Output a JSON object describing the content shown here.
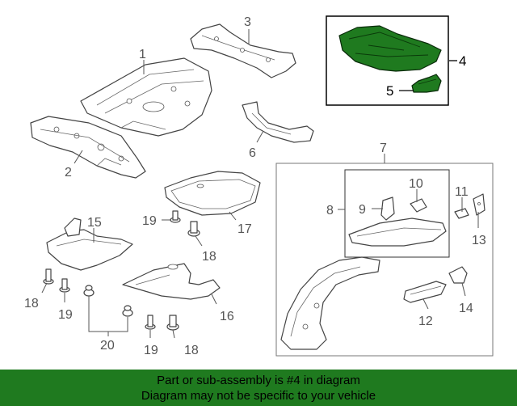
{
  "colors": {
    "banner_bg": "#1f7a1f",
    "highlight_part": "#1f7a1f"
  },
  "callouts": {
    "c1": "1",
    "c2": "2",
    "c3": "3",
    "c4": "4",
    "c5": "5",
    "c6": "6",
    "c7": "7",
    "c8": "8",
    "c9": "9",
    "c10": "10",
    "c11": "11",
    "c12": "12",
    "c13": "13",
    "c14": "14",
    "c15": "15",
    "c16": "16",
    "c17": "17",
    "c18a": "18",
    "c18b": "18",
    "c18c": "18",
    "c19a": "19",
    "c19b": "19",
    "c19c": "19",
    "c20": "20"
  },
  "banner": {
    "line1": "Part or sub-assembly is #4 in diagram",
    "line2": "Diagram may not be specific to your vehicle"
  }
}
